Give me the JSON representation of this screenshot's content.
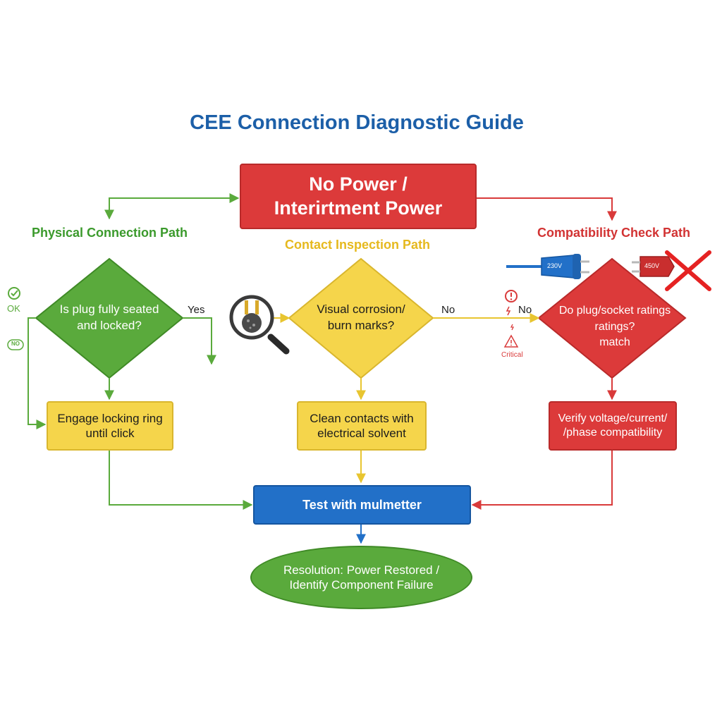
{
  "title": "CEE Connection Diagnostic Guide",
  "start": {
    "line1": "No Power /",
    "line2": "Interirtment Power"
  },
  "paths": {
    "physical": "Physical Connection Path",
    "contact": "Contact Inspection Path",
    "compatibility": "Compatibility Check Path"
  },
  "physical": {
    "question": "Is plug fully seated and locked?",
    "yes_label": "Yes",
    "ok_label": "OK",
    "no_badge": "NO",
    "action": "Engage locking ring until click"
  },
  "contact": {
    "question_line1": "Visual corrosion/",
    "question_line2": "burn marks?",
    "no_label": "No",
    "action": "Clean contacts with electrical solvent"
  },
  "compat": {
    "no_label": "No",
    "critical_label": "Critical",
    "question_line1": "Do plug/socket ratings",
    "question_line2": "ratings?",
    "question_line3": "match",
    "plug_left_label": "230V",
    "plug_right_label": "450V",
    "action_line1": "Verify voltage/current/",
    "action_line2": "/phase compatibility"
  },
  "test": "Test with mulmetter",
  "resolution": {
    "line1": "Resolution: Power Restored /",
    "line2": "Identify Component Failure"
  },
  "colors": {
    "title_blue": "#1c5fa8",
    "green": "#5aaa3c",
    "yellow": "#f5d54b",
    "red": "#dc3a3a",
    "blue": "#2270c8"
  }
}
